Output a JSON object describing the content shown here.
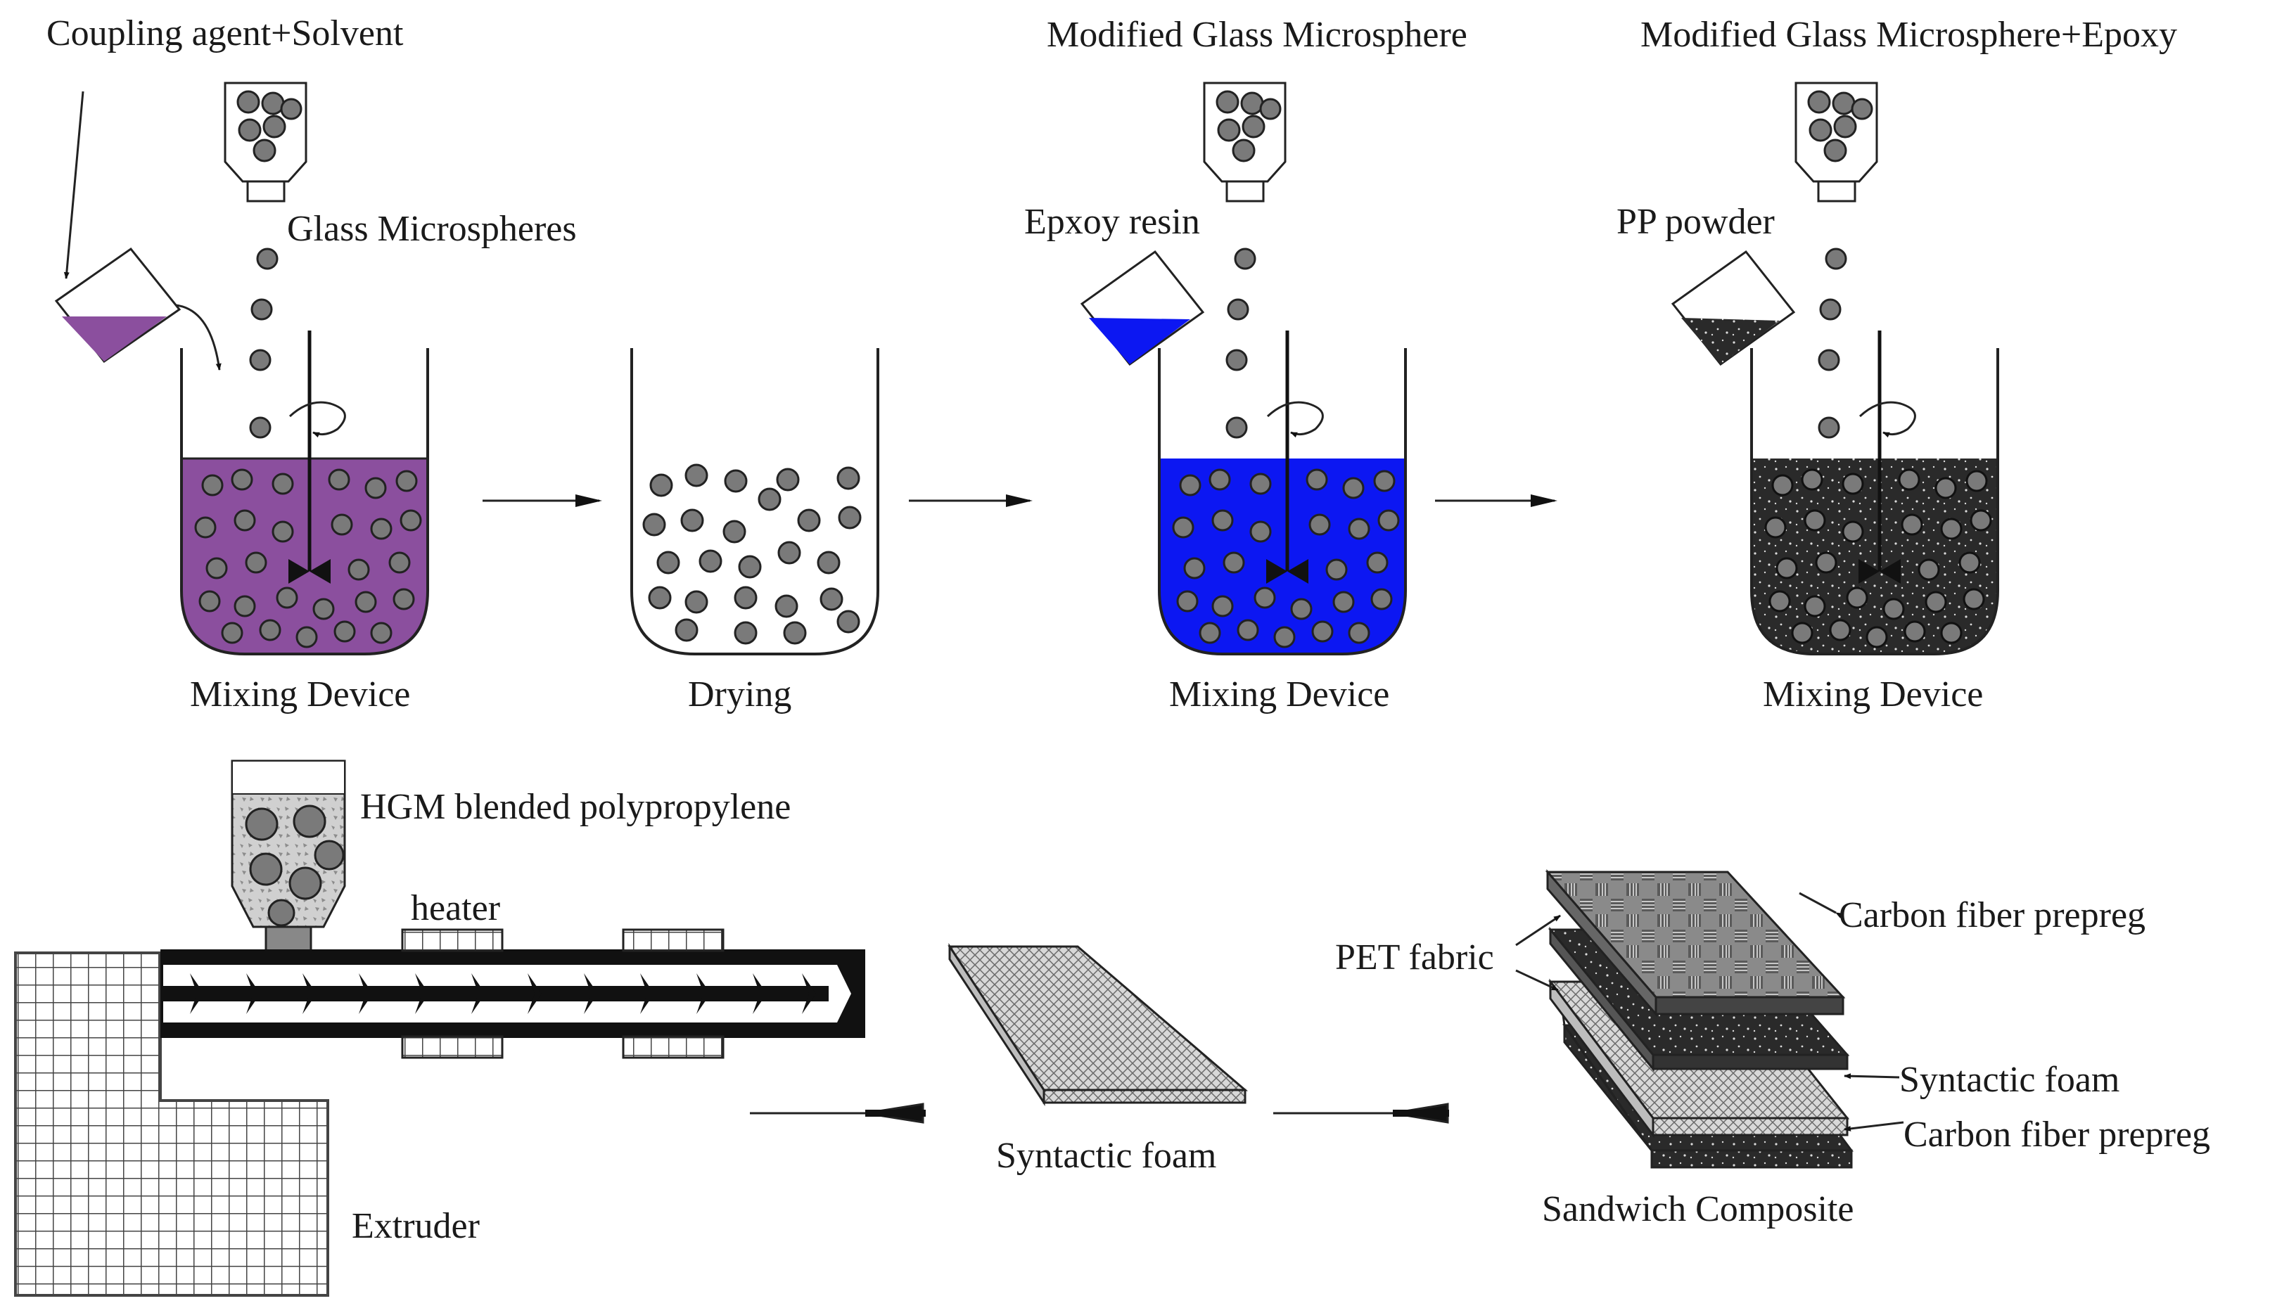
{
  "labels": {
    "coupling": "Coupling agent+Solvent",
    "glass_microspheres": "Glass Microspheres",
    "modified_glass": "Modified Glass Microsphere",
    "modified_glass_epoxy": "Modified Glass Microsphere+Epoxy",
    "epoxy_resin": "Epxoy resin",
    "pp_powder": "PP powder",
    "mixing_1": "Mixing Device",
    "drying": "Drying",
    "mixing_2": "Mixing Device",
    "mixing_3": "Mixing Device",
    "hgm": "HGM blended polypropylene",
    "heater": "heater",
    "extruder": "Extruder",
    "syntactic_foam": "Syntactic foam",
    "pet_fabric": "PET fabric",
    "carbon_top": "Carbon fiber prepreg",
    "syntactic_layer": "Syntactic foam",
    "carbon_bottom": "Carbon fiber prepreg",
    "sandwich": "Sandwich Composite"
  },
  "colors": {
    "purple_liquid": "#8b4f9e",
    "blue_liquid": "#0c17f2",
    "dark_liquid": "#252525",
    "sphere": "#7a7a7a",
    "line": "#222222"
  }
}
